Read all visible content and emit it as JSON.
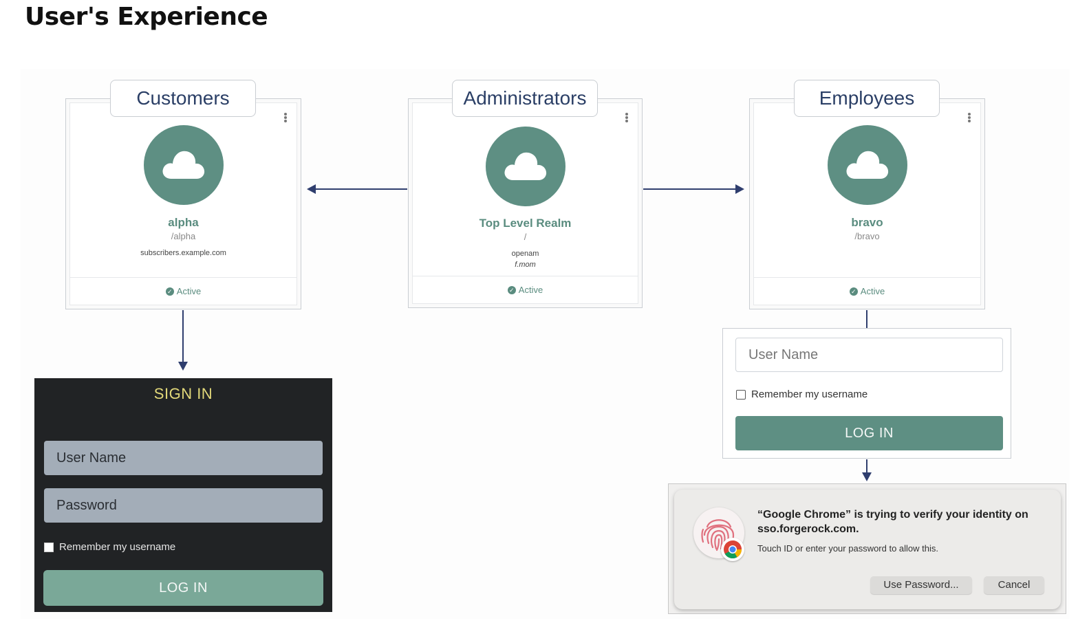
{
  "page": {
    "title": "User's Experience"
  },
  "groups": {
    "customers": {
      "label": "Customers"
    },
    "administrators": {
      "label": "Administrators"
    },
    "employees": {
      "label": "Employees"
    }
  },
  "realms": {
    "alpha": {
      "name": "alpha",
      "path": "/alpha",
      "domain": "subscribers.example.com",
      "status": "Active"
    },
    "top": {
      "name": "Top Level Realm",
      "path": "/",
      "domain": "openam",
      "domain2": "f.mom",
      "status": "Active"
    },
    "bravo": {
      "name": "bravo",
      "path": "/bravo",
      "status": "Active"
    }
  },
  "signin": {
    "title": "SIGN IN",
    "username_placeholder": "User Name",
    "password_placeholder": "Password",
    "remember_label": "Remember my username",
    "login_label": "LOG IN"
  },
  "employee_login": {
    "username_placeholder": "User Name",
    "remember_label": "Remember my username",
    "login_label": "LOG IN"
  },
  "touchid_dialog": {
    "title": "“Google Chrome” is trying to verify your identity on sso.forgerock.com.",
    "message": "Touch ID or enter your password to allow this.",
    "use_password_label": "Use Password...",
    "cancel_label": "Cancel"
  },
  "colors": {
    "accent_green": "#5e8f83",
    "arrow_navy": "#2f3e6e",
    "signin_bg": "#212325",
    "signin_title": "#e3d97a"
  }
}
